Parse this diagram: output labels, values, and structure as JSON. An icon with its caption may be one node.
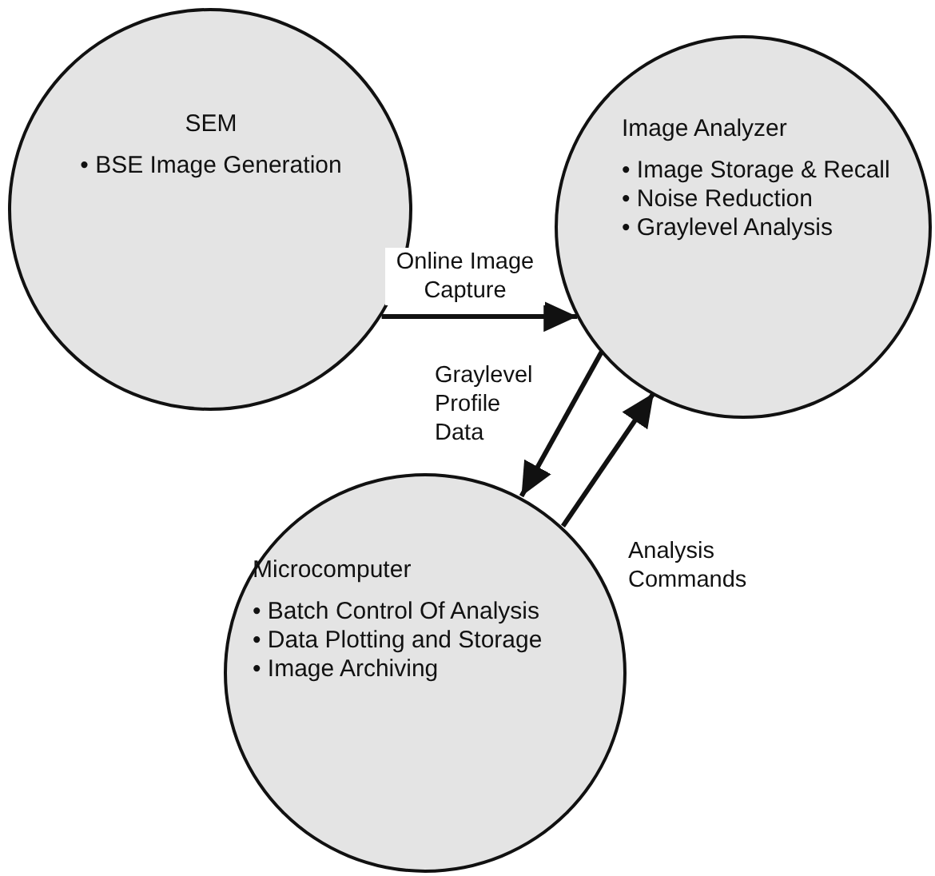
{
  "diagram": {
    "nodes": [
      {
        "text": [
          "SEM",
          "• BSE Image Generation"
        ]
      },
      {
        "text": [
          "Image Analyzer",
          "• Image Storage & Recall",
          "• Noise Reduction",
          "• Graylevel Analysis"
        ]
      },
      {
        "text": [
          "Microcomputer",
          "• Batch Control Of Analysis",
          "• Data Plotting and Storage",
          "• Image Archiving"
        ]
      }
    ],
    "edges": [
      {
        "from": 0,
        "to": 1,
        "arrow": "to",
        "label": "Online Image Capture"
      },
      {
        "from": 1,
        "to": 2,
        "arrow": "to",
        "label": "Graylevel Profile Data"
      },
      {
        "from": 2,
        "to": 1,
        "arrow": "to",
        "label": "Analysis Commands"
      }
    ]
  }
}
